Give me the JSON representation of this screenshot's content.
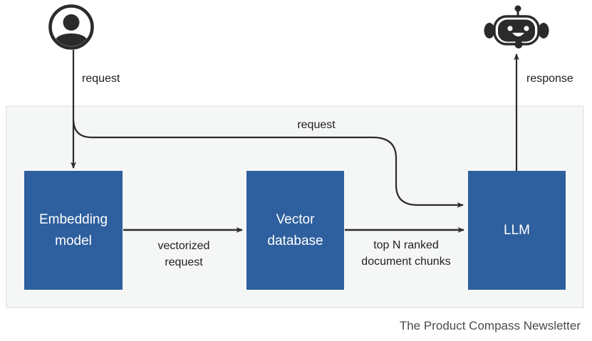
{
  "diagram": {
    "actors": {
      "user": "user",
      "bot": "chatbot"
    },
    "labels": {
      "user_request": "request",
      "pipeline_request": "request",
      "response": "response",
      "vectorized_request": "vectorized\nrequest",
      "top_n": "top N ranked\ndocument chunks"
    },
    "nodes": [
      {
        "id": "embedding-model",
        "label": "Embedding\nmodel"
      },
      {
        "id": "vector-database",
        "label": "Vector\ndatabase"
      },
      {
        "id": "llm",
        "label": "LLM"
      }
    ],
    "footer": "The Product Compass Newsletter",
    "colors": {
      "node_fill": "#2e5f9e",
      "node_text": "#ffffff",
      "line": "#2b2b2b",
      "label_text": "#212121",
      "container_bg": "#f5f6f6",
      "container_border": "#ebebeb",
      "footer_text": "#4a4a4e",
      "page_bg": "#ffffff"
    }
  }
}
